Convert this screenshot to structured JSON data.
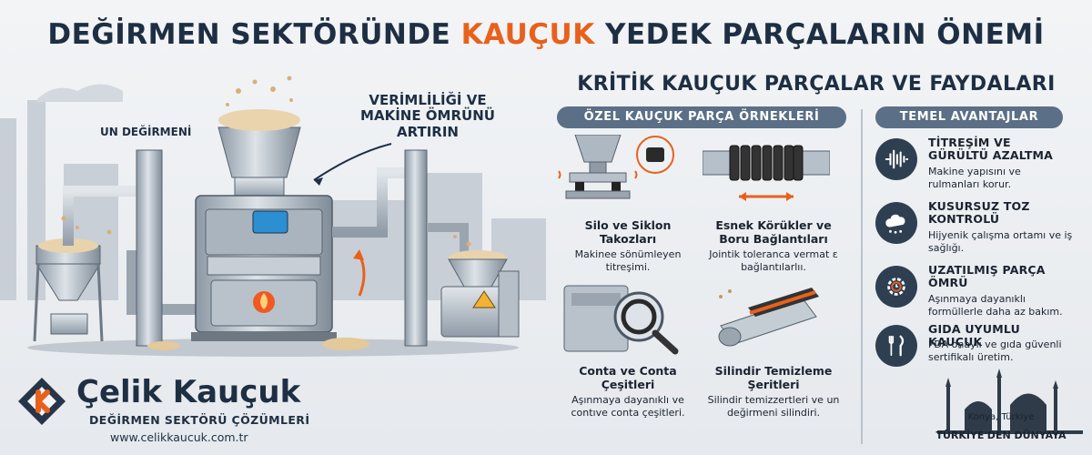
{
  "title": {
    "part1": "DEĞİRMEN SEKTÖRÜNDE ",
    "accent": "KAUÇUK",
    "part2": " YEDEK PARÇALARIN ÖNEMİ"
  },
  "illustration": {
    "mill_label": "UN DEĞİRMENİ",
    "efficiency_note": "VERİMLİLİĞİ VE MAKİNE ÖMRÜNÜ ARTIRIN"
  },
  "brand": {
    "name": "Çelik Kauçuk",
    "tagline": "DEĞİRMEN SEKTÖRÜ ÇÖZÜMLERİ",
    "url": "www.celikkaucuk.com.tr"
  },
  "right_panel": {
    "title": "KRİTİK KAUÇUK PARÇALAR VE FAYDALARI",
    "examples_header": "ÖZEL KAUÇUK PARÇA ÖRNEKLERİ",
    "advantages_header": "TEMEL AVANTAJLAR",
    "examples": [
      {
        "title": "Silo ve Siklon Takozları",
        "desc": "Makinee sönümleyen titreşimi."
      },
      {
        "title": "Esnek Körükler ve Boru Bağlantıları",
        "desc": "Jointik toleranca vermat ε bağlantılarlıı."
      },
      {
        "title": "Conta ve Conta Çeşitleri",
        "desc": "Aşınmaya dayanıklı ve contıve conta çeşitleri."
      },
      {
        "title": "Silindir Temizleme Şeritleri",
        "desc": "Silindir temizzertleri ve un değirmeni silindiri."
      }
    ],
    "advantages": [
      {
        "title": "TİTREŞİM VE GÜRÜLTÜ AZALTMA",
        "desc": "Makine yapısını ve rulmanları korur.",
        "icon": "sound-wave-icon"
      },
      {
        "title": "KUSURSUZ TOZ KONTROLÜ",
        "desc": "Hijyenik çalışma ortamı ve iş sağlığı.",
        "icon": "dust-cloud-icon"
      },
      {
        "title": "UZATILMIŞ PARÇA ÖMRÜ",
        "desc": "Aşınmaya dayanıklı formüllerle daha az bakım.",
        "icon": "gear-clock-icon"
      },
      {
        "title": "GIDA UYUMLU KAUÇUK",
        "desc": "FDA onaylı ve gıda güvenli sertifikalı üretim.",
        "icon": "fork-knife-icon"
      }
    ],
    "city_label": "Konya, Türkiye",
    "city_slogan": "TÜRKİYE'DEN DÜNYAYA"
  },
  "colors": {
    "navy": "#1e2f44",
    "accent_orange": "#e8611c",
    "pill_gray": "#5b6f86",
    "icon_dark": "#2f3f52"
  }
}
